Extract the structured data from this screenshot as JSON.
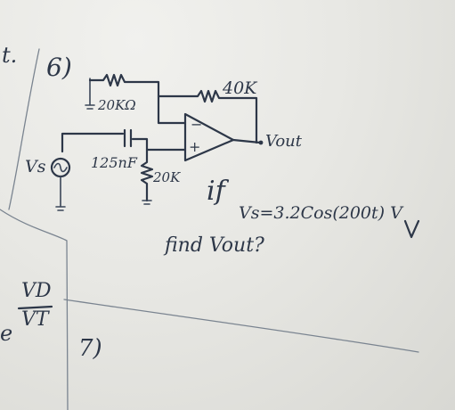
{
  "board": {
    "corner_mark": "t.",
    "problem_6": {
      "number": "6)",
      "r_in_label": "20KΩ",
      "r_feedback_label": "40K",
      "output_label": "Vout",
      "source_label": "Vs",
      "cap_label": "125nF",
      "r_ground_label": "20K",
      "opamp_minus": "−",
      "opamp_plus": "+",
      "condition_if": "if",
      "condition_expr": "Vs=3.2Cos(200t) V",
      "question": "find Vout?"
    },
    "left_panel": {
      "numerator": "VD",
      "denominator": "VT",
      "fragment": "e"
    },
    "problem_7": {
      "number": "7)"
    }
  }
}
